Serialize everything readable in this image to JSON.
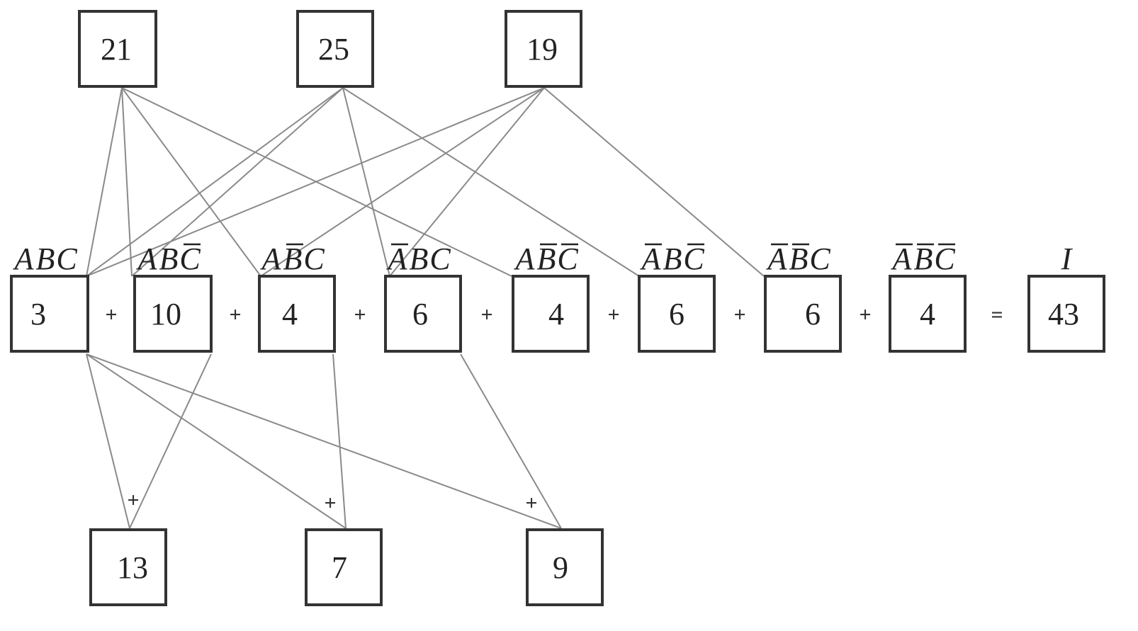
{
  "top_nodes": [
    {
      "id": "t1",
      "value": "21"
    },
    {
      "id": "t2",
      "value": "25"
    },
    {
      "id": "t3",
      "value": "19"
    }
  ],
  "middle_nodes": [
    {
      "id": "m1",
      "value": "3",
      "label": [
        {
          "ch": "A",
          "bar": false
        },
        {
          "ch": "B",
          "bar": false
        },
        {
          "ch": "C",
          "bar": false
        }
      ]
    },
    {
      "id": "m2",
      "value": "10",
      "label": [
        {
          "ch": "A",
          "bar": false
        },
        {
          "ch": "B",
          "bar": false
        },
        {
          "ch": "C",
          "bar": true
        }
      ]
    },
    {
      "id": "m3",
      "value": "4",
      "label": [
        {
          "ch": "A",
          "bar": false
        },
        {
          "ch": "B",
          "bar": true
        },
        {
          "ch": "C",
          "bar": false
        }
      ]
    },
    {
      "id": "m4",
      "value": "6",
      "label": [
        {
          "ch": "A",
          "bar": true
        },
        {
          "ch": "B",
          "bar": false
        },
        {
          "ch": "C",
          "bar": false
        }
      ]
    },
    {
      "id": "m5",
      "value": "4",
      "label": [
        {
          "ch": "A",
          "bar": false
        },
        {
          "ch": "B",
          "bar": true
        },
        {
          "ch": "C",
          "bar": true
        }
      ]
    },
    {
      "id": "m6",
      "value": "6",
      "label": [
        {
          "ch": "A",
          "bar": true
        },
        {
          "ch": "B",
          "bar": false
        },
        {
          "ch": "C",
          "bar": true
        }
      ]
    },
    {
      "id": "m7",
      "value": "6",
      "label": [
        {
          "ch": "A",
          "bar": true
        },
        {
          "ch": "B",
          "bar": true
        },
        {
          "ch": "C",
          "bar": false
        }
      ]
    },
    {
      "id": "m8",
      "value": "4",
      "label": [
        {
          "ch": "A",
          "bar": true
        },
        {
          "ch": "B",
          "bar": true
        },
        {
          "ch": "C",
          "bar": true
        }
      ]
    }
  ],
  "total_node": {
    "id": "total",
    "value": "43",
    "label": [
      {
        "ch": "I",
        "bar": false
      }
    ]
  },
  "bottom_nodes": [
    {
      "id": "b1",
      "value": "13"
    },
    {
      "id": "b2",
      "value": "7"
    },
    {
      "id": "b3",
      "value": "9"
    }
  ],
  "operators": {
    "plus": "+",
    "equals": "="
  },
  "edges": [
    [
      "t1",
      "m1"
    ],
    [
      "t1",
      "m2"
    ],
    [
      "t1",
      "m3"
    ],
    [
      "t1",
      "m5"
    ],
    [
      "t2",
      "m1"
    ],
    [
      "t2",
      "m2"
    ],
    [
      "t2",
      "m4"
    ],
    [
      "t2",
      "m6"
    ],
    [
      "t3",
      "m1"
    ],
    [
      "t3",
      "m3"
    ],
    [
      "t3",
      "m4"
    ],
    [
      "t3",
      "m7"
    ],
    [
      "m1",
      "b1"
    ],
    [
      "m2",
      "b1"
    ],
    [
      "m1",
      "b2"
    ],
    [
      "m3",
      "b2"
    ],
    [
      "m1",
      "b3"
    ],
    [
      "m4",
      "b3"
    ]
  ],
  "colors": {
    "edge": "#8a8a8a",
    "box_stroke": "#333333",
    "text": "#222222"
  }
}
